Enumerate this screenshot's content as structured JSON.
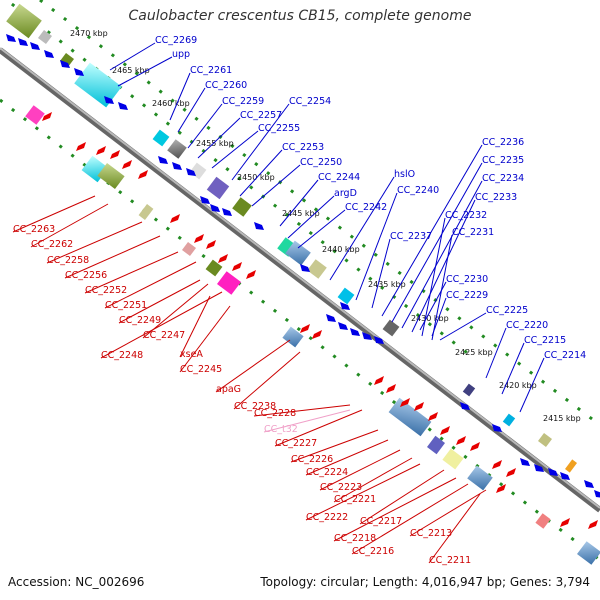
{
  "header": {
    "title": "Caulobacter crescentus CB15, complete genome"
  },
  "footer": {
    "accession": "Accession: NC_002696",
    "topology": "Topology: circular; Length: 4,016,947 bp; Genes: 3,794"
  },
  "scale": {
    "ticks": [
      "2470 kbp",
      "2465 kbp",
      "2460 kbp",
      "2455 kbp",
      "2450 kbp",
      "2445 kbp",
      "2440 kbp",
      "2435 kbp",
      "2430 kbp",
      "2425 kbp",
      "2420 kbp",
      "2415 kbp"
    ]
  },
  "colors": {
    "forward_strand": "#0000e6",
    "reverse_strand": "#e60000",
    "forward_label": "#0000cc",
    "reverse_label": "#cc0000",
    "trna_label": "#f0a0c8",
    "backbone": "#888888",
    "dotted_track": "#228b22"
  },
  "genes_forward": [
    "CC_2269",
    "upp",
    "CC_2261",
    "CC_2260",
    "CC_2259",
    "CC_2257",
    "CC_2255",
    "CC_2254",
    "CC_2253",
    "CC_2250",
    "CC_2244",
    "argD",
    "CC_2242",
    "hslO",
    "CC_2240",
    "CC_2237",
    "CC_2236",
    "CC_2235",
    "CC_2234",
    "CC_2233",
    "CC_2232",
    "CC_2231",
    "CC_2230",
    "CC_2229",
    "CC_2225",
    "CC_2220",
    "CC_2215",
    "CC_2214"
  ],
  "genes_reverse": [
    "CC_2263",
    "CC_2262",
    "CC_2258",
    "CC_2256",
    "CC_2252",
    "CC_2251",
    "CC_2249",
    "CC_2247",
    "CC_2248",
    "xseA",
    "CC_2245",
    "apaG",
    "CC_2238",
    "CC_2228",
    "CC_t32",
    "CC_2227",
    "CC_2226",
    "CC_2224",
    "CC_2223",
    "CC_2221",
    "CC_2222",
    "CC_2217",
    "CC_2218",
    "CC_2216",
    "CC_2213",
    "CC_2211"
  ]
}
